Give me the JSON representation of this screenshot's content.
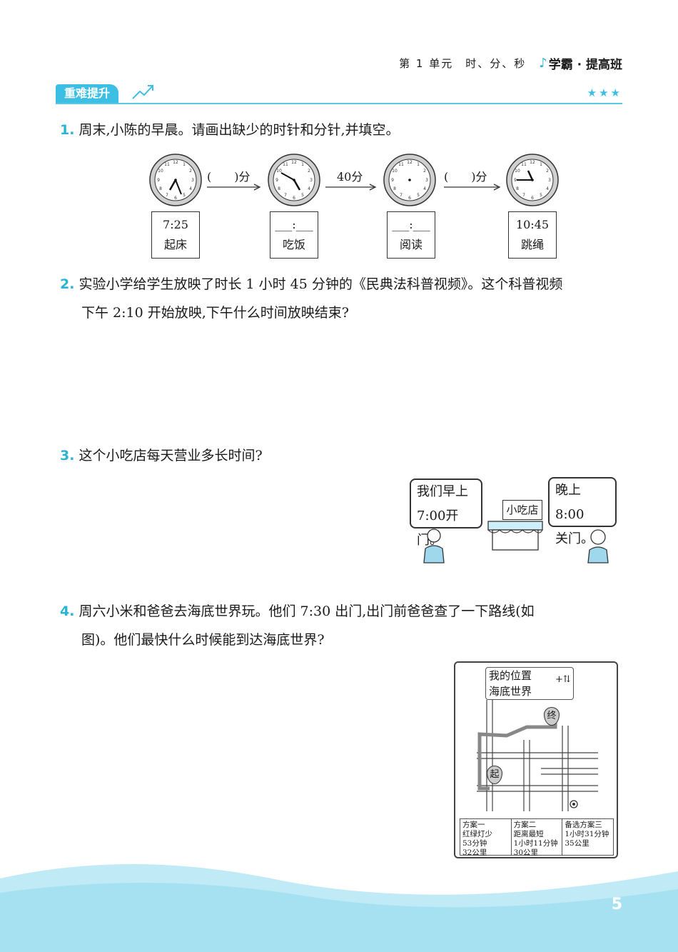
{
  "header": {
    "unit": "第 1 单元　时、分、秒",
    "brand": "学霸 · 提高班"
  },
  "section": {
    "title": "重难提升",
    "stars": "★★★"
  },
  "q1": {
    "number": "1.",
    "text": "周末,小陈的早晨。请画出缺少的时针和分针,并填空。",
    "arrows": [
      "(　　)分",
      "40分",
      "(　　)分"
    ],
    "boxes": [
      {
        "time": "7:25",
        "label": "起床"
      },
      {
        "time": "___:___",
        "label": "吃饭"
      },
      {
        "time": "___:___",
        "label": "阅读"
      },
      {
        "time": "10:45",
        "label": "跳绳"
      }
    ]
  },
  "q2": {
    "number": "2.",
    "line1": "实验小学给学生放映了时长 1 小时 45 分钟的《民典法科普视频》。这个科普视频",
    "line2": "下午 2:10 开始放映,下午什么时间放映结束?"
  },
  "q3": {
    "number": "3.",
    "text": "这个小吃店每天营业多长时间?",
    "bubble_left": [
      "我们早上",
      "7:00开门。"
    ],
    "shop_sign": "小吃店",
    "bubble_right": [
      "晚上8:00",
      "关门。"
    ]
  },
  "q4": {
    "number": "4.",
    "line1": "周六小米和爸爸去海底世界玩。他们 7:30 出门,出门前爸爸查了一下路线(如",
    "line2": "图)。他们最快什么时候能到达海底世界?",
    "map": {
      "from": "我的位置",
      "to": "海底世界",
      "start_marker": "起",
      "end_marker": "终",
      "plans": [
        [
          "方案一",
          "红绿灯少",
          "53分钟",
          "32公里"
        ],
        [
          "方案二",
          "距离最短",
          "1小时11分钟",
          "30公里"
        ],
        [
          "备选方案三",
          "1小时31分钟",
          "35公里"
        ]
      ]
    }
  },
  "footer": {
    "page": "5"
  },
  "colors": {
    "accent": "#3dbfe3",
    "wave": "#bfeaf6"
  }
}
